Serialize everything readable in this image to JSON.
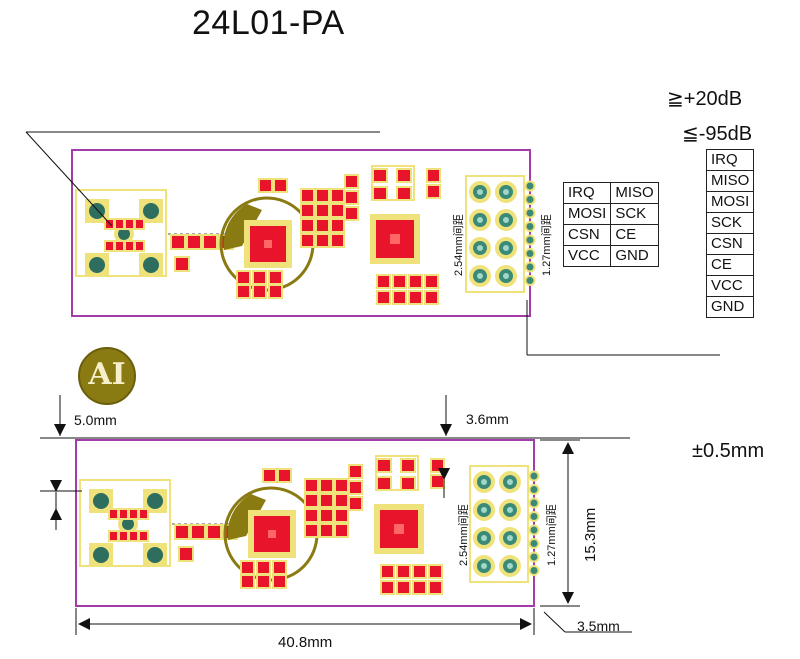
{
  "title": "24L01-PA",
  "specs": {
    "gain": "≧+20dB",
    "sensitivity": "≦-95dB"
  },
  "pin_grid": [
    [
      "IRQ",
      "MISO"
    ],
    [
      "MOSI",
      "SCK"
    ],
    [
      "CSN",
      "CE"
    ],
    [
      "VCC",
      "GND"
    ]
  ],
  "pin_list": [
    "IRQ",
    "MISO",
    "MOSI",
    "SCK",
    "CSN",
    "CE",
    "VCC",
    "GND"
  ],
  "pitch_labels": {
    "large": "2.54mm间距",
    "small": "1.27mm间距"
  },
  "dimensions": {
    "top_margin": "5.0mm",
    "right_header": "3.6mm",
    "thickness": "±0.5mm",
    "height": "15.3mm",
    "width": "40.8mm",
    "right_corner": "3.5mm"
  },
  "logo_text": "AI",
  "colors": {
    "board_outline": "#a23ca6",
    "pad": "#e8142b",
    "silk": "#efe27a",
    "antenna": "#8a7a12",
    "via": "#2d6e5e"
  }
}
